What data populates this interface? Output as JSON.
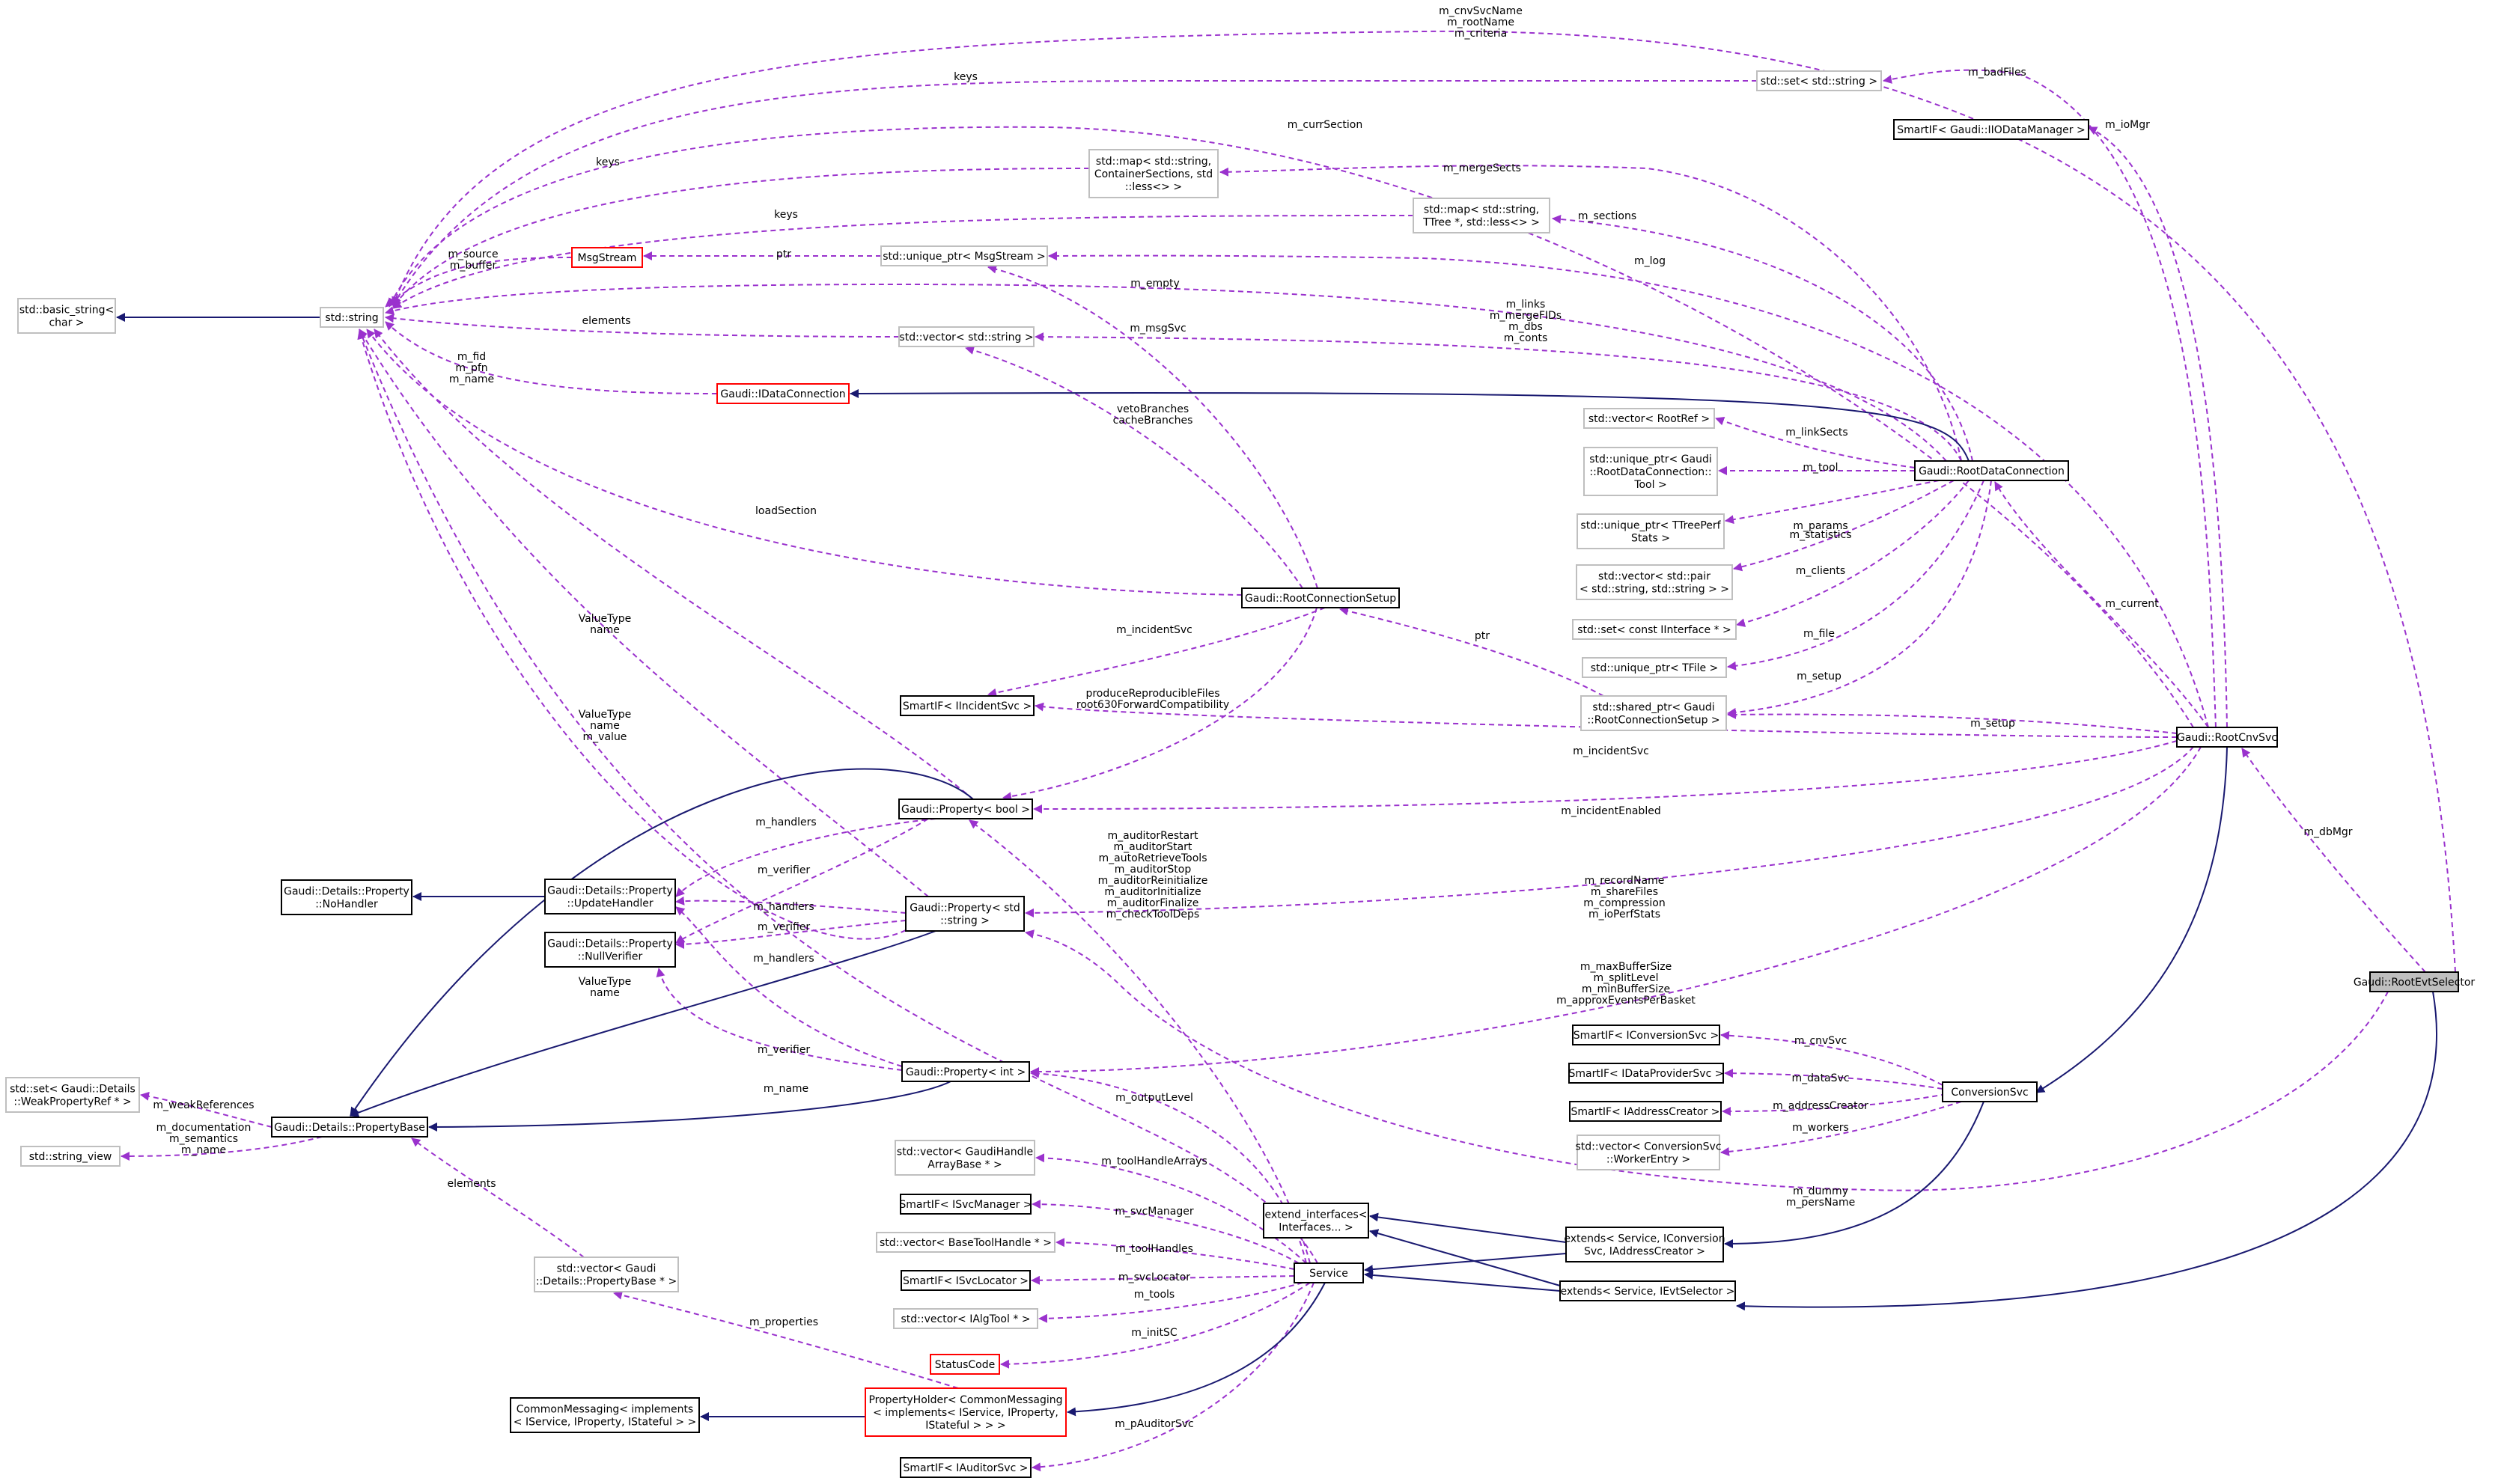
{
  "colors": {
    "normal_border": "#000000",
    "incomplete_border": "#bfbfbf",
    "documented_missing_border": "#ff0000",
    "highlight_fill": "#bfbfbf",
    "inheritance_edge": "#191970",
    "usage_edge": "#9a32cd"
  },
  "nodes": {
    "root_evt_selector": [
      "Gaudi::RootEvtSelector"
    ],
    "root_cnv_svc": [
      "Gaudi::RootCnvSvc"
    ],
    "root_data_connection": [
      "Gaudi::RootDataConnection"
    ],
    "root_connection_setup": [
      "Gaudi::RootConnectionSetup"
    ],
    "conversion_svc": [
      "ConversionSvc"
    ],
    "service": [
      "Service"
    ],
    "std_string": [
      "std::string"
    ],
    "std_basic_string": [
      "std::basic_string<",
      "char >"
    ],
    "msg_stream": [
      "MsgStream"
    ],
    "gaudi_idataconnection": [
      "Gaudi::IDataConnection"
    ],
    "unique_ptr_msgstream": [
      "std::unique_ptr< MsgStream >"
    ],
    "vector_string": [
      "std::vector< std::string >"
    ],
    "set_string": [
      "std::set< std::string >"
    ],
    "smartif_iodatamanager": [
      "SmartIF< Gaudi::IIODataManager >"
    ],
    "map_containersections": [
      "std::map< std::string,",
      "ContainerSections, std",
      "::less<> >"
    ],
    "map_ttree": [
      "std::map< std::string,",
      "TTree *, std::less<> >"
    ],
    "vector_rootref": [
      "std::vector< RootRef >"
    ],
    "unique_ptr_tool": [
      "std::unique_ptr< Gaudi",
      "::RootDataConnection::",
      "Tool >"
    ],
    "unique_ptr_ttreeperf": [
      "std::unique_ptr< TTreePerf",
      "Stats >"
    ],
    "vector_pair": [
      "std::vector< std::pair",
      "< std::string, std::string > >"
    ],
    "set_iinterface": [
      "std::set< const IInterface * >"
    ],
    "unique_ptr_tfile": [
      "std::unique_ptr< TFile >"
    ],
    "shared_ptr_setup": [
      "std::shared_ptr< Gaudi",
      "::RootConnectionSetup >"
    ],
    "smartif_iincidentsvc": [
      "SmartIF< IIncidentSvc >"
    ],
    "property_bool": [
      "Gaudi::Property< bool >"
    ],
    "property_string": [
      "Gaudi::Property< std",
      "::string >"
    ],
    "property_int": [
      "Gaudi::Property< int >"
    ],
    "update_handler": [
      "Gaudi::Details::Property",
      "::UpdateHandler"
    ],
    "null_verifier": [
      "Gaudi::Details::Property",
      "::NullVerifier"
    ],
    "no_handler": [
      "Gaudi::Details::Property",
      "::NoHandler"
    ],
    "property_base": [
      "Gaudi::Details::PropertyBase"
    ],
    "set_weakpropertyref": [
      "std::set< Gaudi::Details",
      "::WeakPropertyRef * >"
    ],
    "string_view": [
      "std::string_view"
    ],
    "vector_propertybase": [
      "std::vector< Gaudi",
      "::Details::PropertyBase * >"
    ],
    "common_messaging": [
      "CommonMessaging< implements",
      "< IService, IProperty, IStateful > >"
    ],
    "property_holder": [
      "PropertyHolder< CommonMessaging",
      "< implements< IService, IProperty,",
      "IStateful > > >"
    ],
    "smartif_iconversionsvc": [
      "SmartIF< IConversionSvc >"
    ],
    "smartif_idataprovidersvc": [
      "SmartIF< IDataProviderSvc >"
    ],
    "smartif_iaddresscreator": [
      "SmartIF< IAddressCreator >"
    ],
    "vector_workerentry": [
      "std::vector< ConversionSvc",
      "::WorkerEntry >"
    ],
    "extend_interfaces": [
      "extend_interfaces<",
      "Interfaces... >"
    ],
    "extends_iconversion": [
      "extends< Service, IConversion",
      "Svc, IAddressCreator >"
    ],
    "extends_ievtselector": [
      "extends< Service, IEvtSelector >"
    ],
    "vector_gaudihandle": [
      "std::vector< GaudiHandle",
      "ArrayBase * >"
    ],
    "smartif_isvcmanager": [
      "SmartIF< ISvcManager >"
    ],
    "vector_basetoolhandle": [
      "std::vector< BaseToolHandle * >"
    ],
    "smartif_isvclocator": [
      "SmartIF< ISvcLocator >"
    ],
    "vector_ialgtool": [
      "std::vector< IAlgTool * >"
    ],
    "status_code": [
      "StatusCode"
    ],
    "smartif_iauditorsvc": [
      "SmartIF< IAuditorSvc >"
    ]
  },
  "edge_labels": {
    "cnvsvcname": [
      "m_cnvSvcName",
      "m_rootName",
      "m_criteria"
    ],
    "keys_set": [
      "keys"
    ],
    "badfiles": [
      "m_badFiles"
    ],
    "iomgr": [
      "m_ioMgr"
    ],
    "cursection": [
      "m_currSection"
    ],
    "keys_map1": [
      "keys"
    ],
    "mergesects": [
      "m_mergeSects"
    ],
    "keys_map2": [
      "keys"
    ],
    "sections": [
      "m_sections"
    ],
    "source_buffer": [
      "m_source",
      "m_buffer"
    ],
    "ptr_msg": [
      "ptr"
    ],
    "log": [
      "m_log"
    ],
    "empty": [
      "m_empty"
    ],
    "msgsvc": [
      "m_msgSvc"
    ],
    "elements_vec": [
      "elements"
    ],
    "links": [
      "m_links",
      "m_mergeFIDs",
      "m_dbs",
      "m_conts"
    ],
    "fid": [
      "m_fid",
      "m_pfn",
      "m_name"
    ],
    "vetobranches": [
      "vetoBranches",
      "cacheBranches"
    ],
    "linksects": [
      "m_linkSects"
    ],
    "tool": [
      "m_tool"
    ],
    "loadsection": [
      "loadSection"
    ],
    "statistics": [
      "m_statistics"
    ],
    "params": [
      "m_params"
    ],
    "clients": [
      "m_clients"
    ],
    "valuetype1": [
      "ValueType",
      "name"
    ],
    "current": [
      "m_current"
    ],
    "file": [
      "m_file"
    ],
    "ptr_setup": [
      "ptr"
    ],
    "incidentsvc1": [
      "m_incidentSvc"
    ],
    "setup1": [
      "m_setup"
    ],
    "valuetype2": [
      "ValueType",
      "name",
      "m_value"
    ],
    "produce": [
      "produceReproducibleFiles",
      "root630ForwardCompatibility"
    ],
    "setup2": [
      "m_setup"
    ],
    "incidentsvc2": [
      "m_incidentSvc"
    ],
    "incidentenabled": [
      "m_incidentEnabled"
    ],
    "dbmgr": [
      "m_dbMgr"
    ],
    "handlers1": [
      "m_handlers"
    ],
    "auditor": [
      "m_auditorRestart",
      "m_auditorStart",
      "m_autoRetrieveTools",
      "m_auditorStop",
      "m_auditorReinitialize",
      "m_auditorInitialize",
      "m_auditorFinalize",
      "m_checkToolDeps"
    ],
    "verifier1": [
      "m_verifier"
    ],
    "recordname": [
      "m_recordName",
      "m_shareFiles",
      "m_compression",
      "m_ioPerfStats"
    ],
    "handlers2": [
      "m_handlers"
    ],
    "verifier2": [
      "m_verifier"
    ],
    "handlers3": [
      "m_handlers"
    ],
    "valuetype3": [
      "ValueType",
      "name"
    ],
    "maxbuffer": [
      "m_maxBufferSize",
      "m_splitLevel",
      "m_minBufferSize",
      "m_approxEventsPerBasket"
    ],
    "cnvsvc": [
      "m_cnvSvc"
    ],
    "verifier3": [
      "m_verifier"
    ],
    "datasvc": [
      "m_dataSvc"
    ],
    "weakrefs": [
      "m_weakReferences"
    ],
    "name_edge": [
      "m_name"
    ],
    "outputlevel": [
      "m_outputLevel"
    ],
    "addresscreator": [
      "m_addressCreator"
    ],
    "documentation": [
      "m_documentation",
      "m_semantics",
      "m_name"
    ],
    "toolhandlearrays": [
      "m_toolHandleArrays"
    ],
    "workers": [
      "m_workers"
    ],
    "elements_pb": [
      "elements"
    ],
    "dummy": [
      "m_dummy",
      "m_persName"
    ],
    "svcmanager": [
      "m_svcManager"
    ],
    "toolhandles": [
      "m_toolHandles"
    ],
    "svclocator": [
      "m_svcLocator"
    ],
    "tools": [
      "m_tools"
    ],
    "properties": [
      "m_properties"
    ],
    "initsc": [
      "m_initSC"
    ],
    "pauditorsvc": [
      "m_pAuditorSvc"
    ]
  }
}
